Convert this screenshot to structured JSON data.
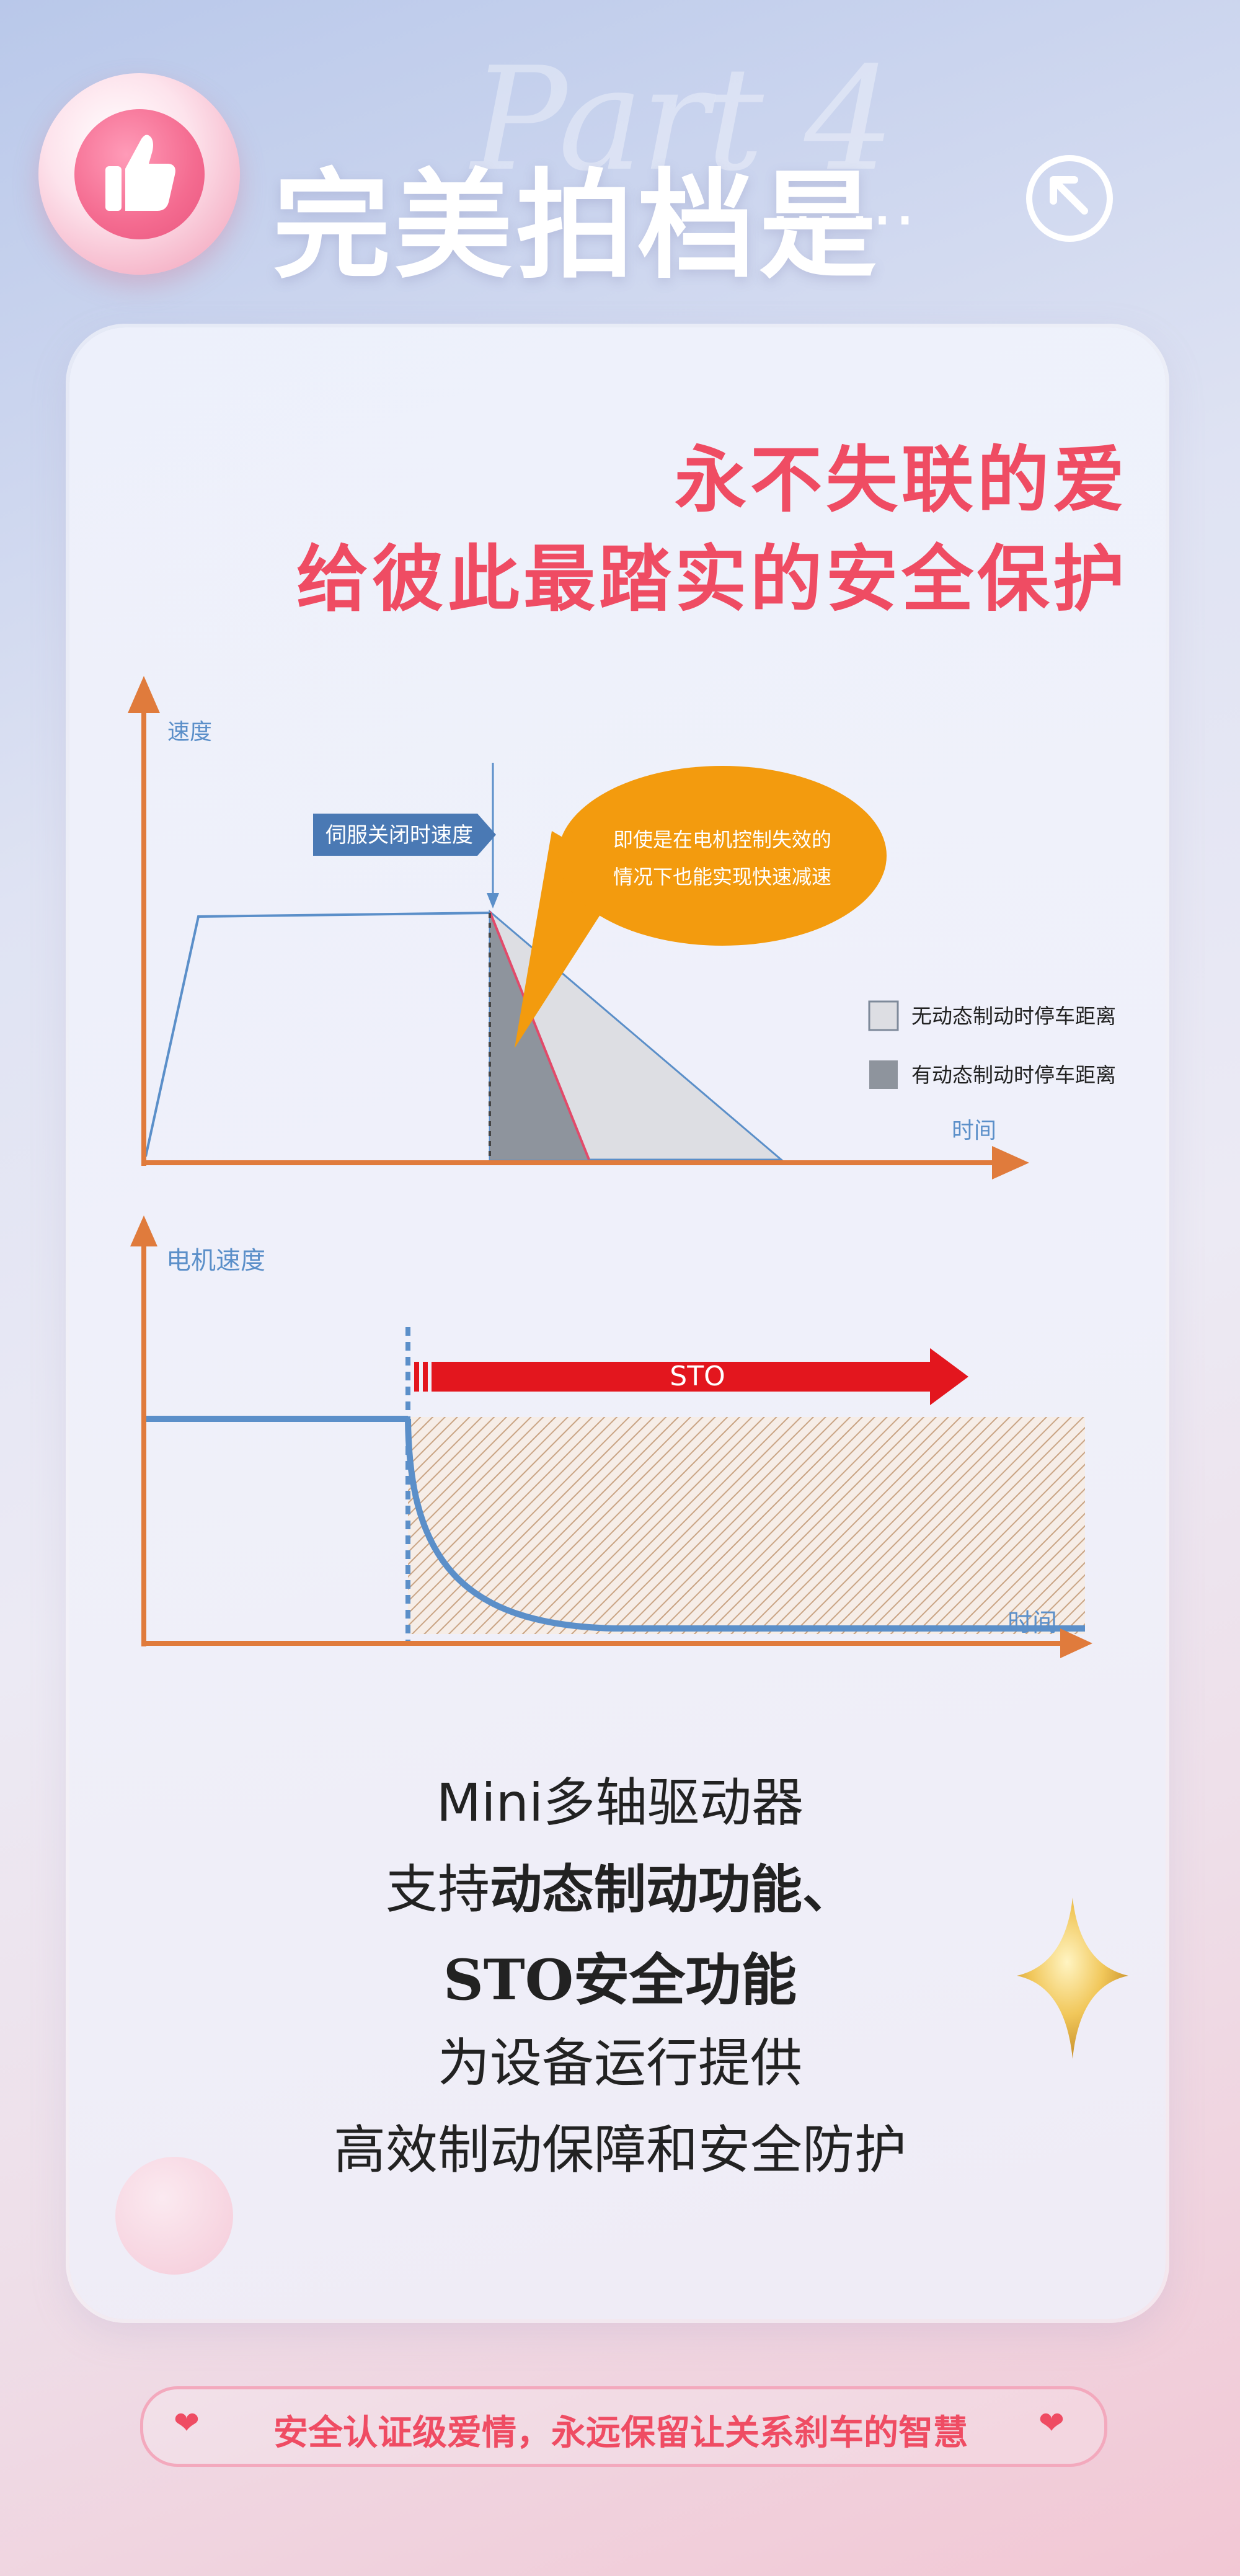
{
  "header": {
    "watermark": "Part 4",
    "title": "完美拍档是",
    "title_dots": "……"
  },
  "card": {
    "headline_1": "永不失联的爱",
    "headline_2": "给彼此最踏实的安全保护"
  },
  "diagram_1": {
    "y_axis_label": "速度",
    "x_axis_label": "时间",
    "servo_off_label": "伺服关闭时速度",
    "callout_line_1": "即使是在电机控制失效的",
    "callout_line_2": "情况下也能实现快速减速",
    "legend_without": "无动态制动时停车距离",
    "legend_with": "有动态制动时停车距离",
    "colors": {
      "axis": "#e07b3c",
      "callout": "#f39b0e",
      "label_box": "#4a79b4",
      "without_fill": "#dddee3",
      "with_fill": "#8e949d",
      "red_line": "#e24a6a"
    }
  },
  "diagram_2": {
    "y_axis_label": "电机速度",
    "x_axis_label": "时间",
    "sto_label": "STO",
    "colors": {
      "axis": "#e07b3c",
      "speed_line": "#5b8fc9",
      "sto_arrow": "#e3161e",
      "hatch": "#c9a484"
    }
  },
  "description": {
    "line_1": "Mini多轴驱动器",
    "line_2_prefix": "支持",
    "line_2_bold": "动态制动功能、",
    "line_3": "STO安全功能",
    "line_4": "为设备运行提供",
    "line_5": "高效制动保障和安全防护"
  },
  "footer": {
    "slogan": "安全认证级爱情，永远保留让关系刹车的智慧"
  },
  "icons": [
    "thumbs-up-icon",
    "arrow-up-left-icon",
    "sparkle-star-icon",
    "heart-icon"
  ]
}
